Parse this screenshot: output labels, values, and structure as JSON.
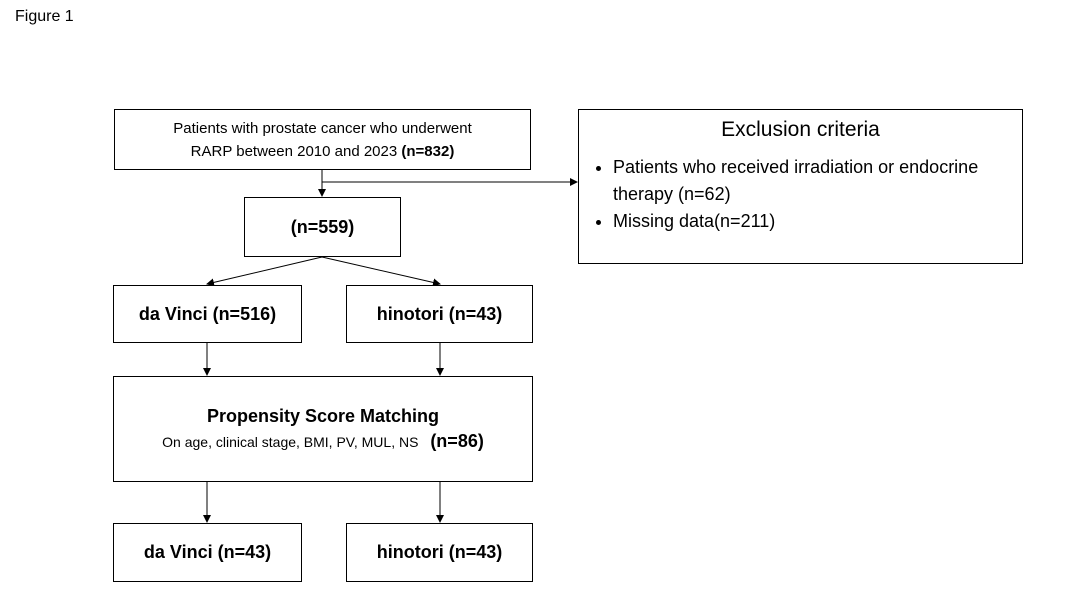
{
  "figure_label": "Figure 1",
  "boxes": {
    "top": {
      "line1": "Patients with prostate cancer who underwent",
      "line2": "RARP between 2010 and 2023",
      "n": "(n=832)"
    },
    "eligible": {
      "n": "(n=559)"
    },
    "davinci_pre": {
      "label": "da Vinci (n=516)"
    },
    "hinotori_pre": {
      "label": "hinotori (n=43)"
    },
    "psm": {
      "title": "Propensity Score Matching",
      "subtitle": "On age, clinical stage, BMI, PV, MUL, NS",
      "n": "(n=86)"
    },
    "davinci_post": {
      "label": "da Vinci (n=43)"
    },
    "hinotori_post": {
      "label": "hinotori (n=43)"
    }
  },
  "exclusion": {
    "title": "Exclusion criteria",
    "items": [
      "Patients who received  irradiation or endocrine therapy (n=62)",
      "Missing data(n=211)"
    ]
  }
}
